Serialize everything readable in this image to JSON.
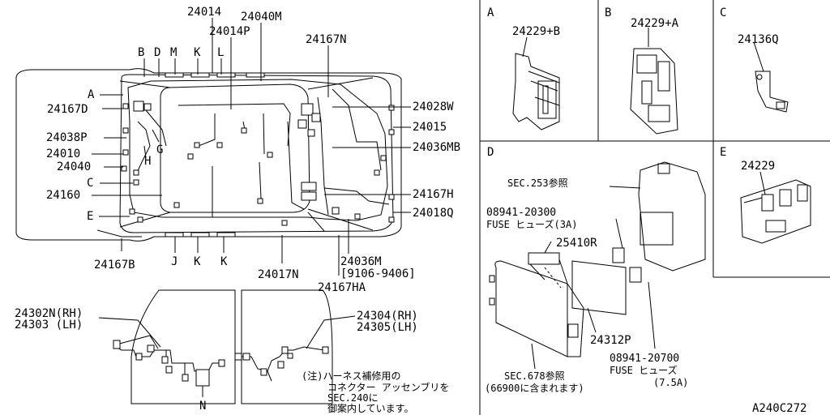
{
  "main": {
    "top_labels": [
      "24014",
      "24040M",
      "24014P",
      "24167N"
    ],
    "letters_top": [
      "B",
      "D",
      "M",
      "K",
      "L"
    ],
    "left_labels": [
      "A",
      "24167D",
      "24038P",
      "24010",
      "24040",
      "C",
      "24160",
      "E"
    ],
    "left_mid_letters": [
      "G",
      "H"
    ],
    "right_labels": [
      "24028W",
      "24015",
      "24036MB",
      "24167H",
      "24018Q"
    ],
    "bottom_labels": [
      "24167B",
      "J",
      "K",
      "K",
      "24017N",
      "24036M",
      "[9106-9406]",
      "24167HA"
    ]
  },
  "rear": {
    "left_top": "24302N(RH)",
    "left_bottom": "24303 (LH)",
    "right_top": "24304(RH)",
    "right_bottom": "24305(LH)",
    "letter_n": "N",
    "note_lines": [
      "(注)ハーネス補修用の",
      "コネクター アッセンブリを",
      "SEC.240に",
      "御案内しています。"
    ]
  },
  "panels": {
    "a": {
      "letter": "A",
      "part": "24229+B"
    },
    "b": {
      "letter": "B",
      "part": "24229+A"
    },
    "c": {
      "letter": "C",
      "part": "24136Q"
    },
    "d": {
      "letter": "D",
      "sec253": "SEC.253参照",
      "fuse3a_num": "08941-20300",
      "fuse3a_txt": "FUSE ヒューズ(3A)",
      "p25410r": "25410R",
      "p24312p": "24312P",
      "sec678": "SEC.678参照",
      "p66900": "(66900に含まれます)",
      "fuse75_num": "08941-20700",
      "fuse75_txt": "FUSE ヒューズ",
      "fuse75_amp": "(7.5A)"
    },
    "e": {
      "letter": "E",
      "part": "24229"
    }
  },
  "footer_code": "A240C272"
}
